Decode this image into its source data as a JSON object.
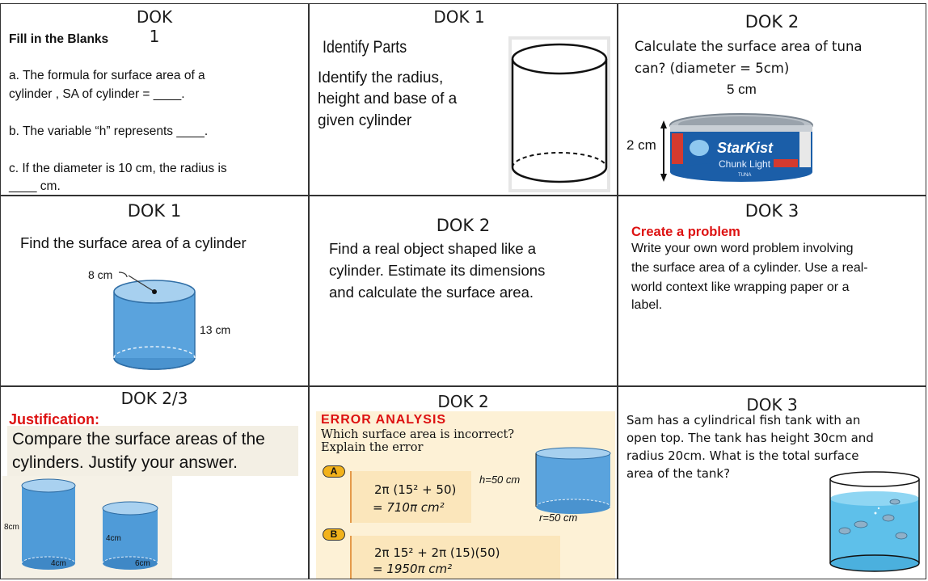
{
  "cells": {
    "c1": {
      "dok": "DOK 1",
      "title": "Fill in the Blanks",
      "a1": "a. The formula for surface area of a",
      "a2": "cylinder , SA of cylinder = ____.",
      "b": "b. The variable “h” represents ____.",
      "c1": "c. If the diameter is 10 cm, the radius is",
      "c2": "____ cm."
    },
    "c2": {
      "dok": "DOK 1",
      "title": "Identify Parts",
      "l1": "Identify the radius,",
      "l2": "height and  base of a",
      "l3": "given cylinder"
    },
    "c3": {
      "dok": "DOK 2",
      "l1": "Calculate the  surface area of tuna",
      "l2": "can?  (diameter = 5cm)",
      "width_label": "5 cm",
      "height_label": "2 cm",
      "brand": "StarKist",
      "sub": "Chunk Light",
      "tuna": "TUNA"
    },
    "c4": {
      "dok": "DOK 1",
      "l1": "Find the surface area of a cylinder",
      "radius_label": "8 cm",
      "height_label": "13 cm"
    },
    "c5": {
      "dok": "DOK 2",
      "l1": "Find a real object shaped like a",
      "l2": "cylinder. Estimate its dimensions",
      "l3": "and calculate the surface area."
    },
    "c6": {
      "dok": "DOK 3",
      "heading": "Create a problem",
      "l1": "Write your own word problem involving",
      "l2": "the surface area of a cylinder. Use a real-",
      "l3": "world context like wrapping paper or a",
      "l4": "label."
    },
    "c7": {
      "dok": "DOK 2/3",
      "heading": "Justification:",
      "l1": "Compare the surface areas of the",
      "l2": "cylinders. Justify your answer.",
      "cyl1_h": "8cm",
      "cyl1_w": "4cm",
      "cyl2_h": "4cm",
      "cyl2_w": "6cm"
    },
    "c8": {
      "dok": "DOK 2",
      "heading": "ERROR ANALYSIS",
      "l1": "Which surface area is incorrect?",
      "l2": "Explain the error",
      "a_badge": "A",
      "a1": "2π (15² + 50)",
      "a2": "= 710π cm²",
      "b_badge": "B",
      "b1": "2π  15² + 2π (15)(50)",
      "b2": "= 1950π cm²",
      "h_label": "h=50 cm",
      "r_label": "r=50 cm"
    },
    "c9": {
      "dok": "DOK 3",
      "l1": "Sam has a cylindrical fish tank with an",
      "l2": "open top. The tank has height 30cm and",
      "l3": "radius 20cm. What is the total surface",
      "l4": "area of the tank?"
    }
  },
  "colors": {
    "cylinder_blue": "#5aa3dd",
    "error_bg": "#fdf1d6",
    "heading_red": "#d11111",
    "badge_yellow": "#f2b21b"
  }
}
